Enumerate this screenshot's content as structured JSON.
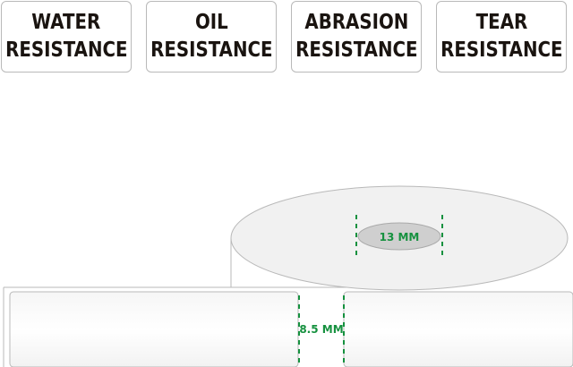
{
  "badges": [
    {
      "line1": "WATER",
      "line2": "RESISTANCE"
    },
    {
      "line1": "OIL",
      "line2": "RESISTANCE"
    },
    {
      "line1": "ABRASION",
      "line2": "RESISTANCE"
    },
    {
      "line1": "TEAR",
      "line2": "RESISTANCE"
    }
  ],
  "dimensions": {
    "core": "13 MM",
    "gap": "8.5 MM"
  },
  "colors": {
    "dimension": "#16913f",
    "text": "#1a1410",
    "outline": "#b9b9b9"
  }
}
